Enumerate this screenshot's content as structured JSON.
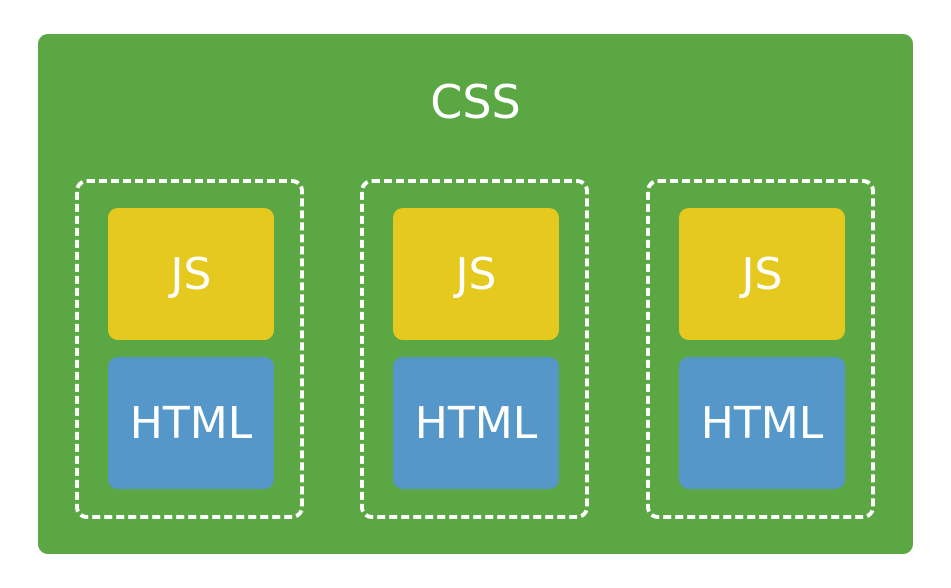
{
  "diagram": {
    "container": {
      "label": "CSS",
      "color": "#5aa744"
    },
    "groups": [
      {
        "top": {
          "label": "JS",
          "color": "#e5c91e"
        },
        "bottom": {
          "label": "HTML",
          "color": "#5597c8"
        }
      },
      {
        "top": {
          "label": "JS",
          "color": "#e5c91e"
        },
        "bottom": {
          "label": "HTML",
          "color": "#5597c8"
        }
      },
      {
        "top": {
          "label": "JS",
          "color": "#e5c91e"
        },
        "bottom": {
          "label": "HTML",
          "color": "#5597c8"
        }
      }
    ],
    "border_color": "#ffffff"
  }
}
